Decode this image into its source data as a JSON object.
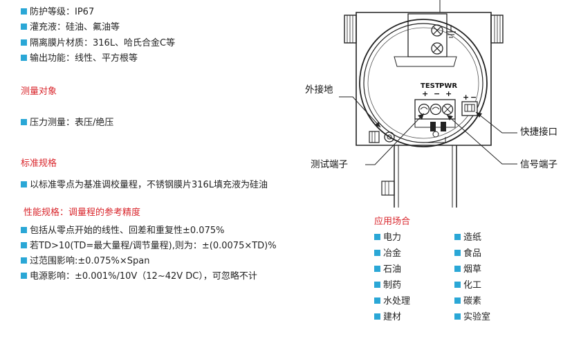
{
  "features": [
    "防护等级：IP67",
    "灌充液：硅油、氟油等",
    "隔离膜片材质：316L、哈氏合金C等",
    "输出功能：线性、平方根等"
  ],
  "measurement": {
    "heading": "测量对象",
    "items": [
      "压力测量：表压/绝压"
    ]
  },
  "standard": {
    "heading": "标准规格",
    "items": [
      "以标准零点为基准调校量程，不锈钢膜片316L填充液为硅油"
    ]
  },
  "performance": {
    "heading": "性能规格：调量程的参考精度",
    "items": [
      "包括从零点开始的线性、回差和重复性±0.075%",
      "若TD>10(TD=最大量程/调节量程),则为：±(0.0075×TD)%",
      "过范围影响:±0.075%×Span",
      "电源影响：±0.001%/10V（12~42V DC），可忽略不计"
    ]
  },
  "diagram": {
    "labels": {
      "external_ground": "外接地",
      "quick_connector": "快捷接口",
      "test_terminal": "测试端子",
      "signal_terminal": "信号端子"
    },
    "terminal_text": {
      "test": "TEST",
      "pwr": "PWR",
      "plus": "+",
      "minus": "−"
    }
  },
  "applications": {
    "heading": "应用场合",
    "col1": [
      "电力",
      "冶金",
      "石油",
      "制药",
      "水处理",
      "建材"
    ],
    "col2": [
      "造纸",
      "食品",
      "烟草",
      "化工",
      "碳素",
      "实验室"
    ]
  },
  "colors": {
    "bullet": "#2aa7d6",
    "heading": "#d9262c"
  }
}
